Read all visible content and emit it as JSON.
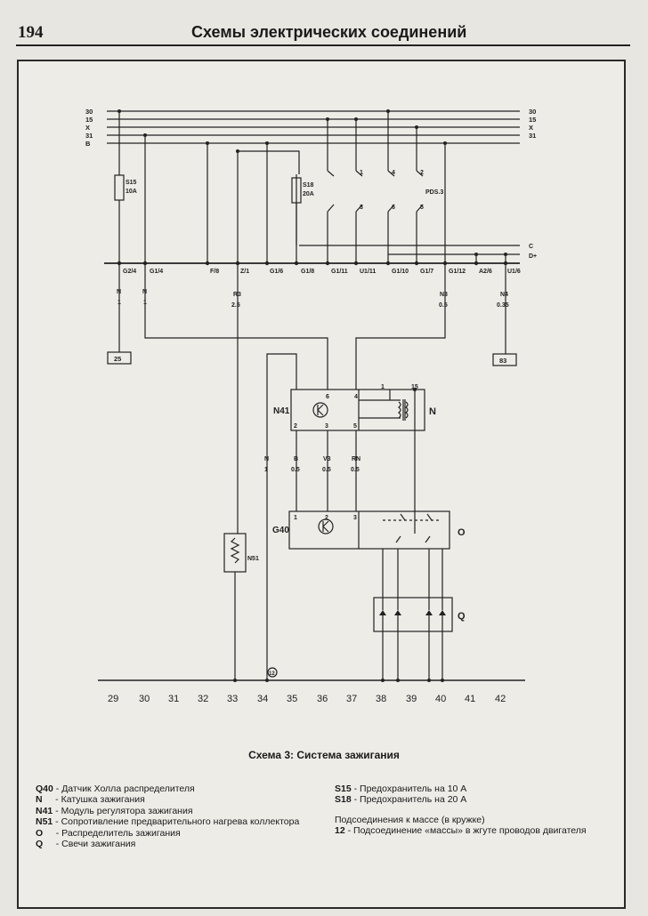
{
  "header": {
    "page_number": "194",
    "title": "Схемы электрических соединений"
  },
  "diagram": {
    "bus_left": [
      "30",
      "15",
      "X",
      "31",
      "B"
    ],
    "bus_right": [
      "30",
      "15",
      "X",
      "31"
    ],
    "fuses": [
      {
        "id": "S15",
        "rating": "10A"
      },
      {
        "id": "S18",
        "rating": "20A"
      }
    ],
    "relay_pins": [
      "1",
      "4",
      "2",
      "3",
      "6",
      "5"
    ],
    "relay_label": "PDS.3",
    "bus_right_lower": [
      "C",
      "D+"
    ],
    "connector_labels": [
      "G2/4",
      "G1/4",
      "F/8",
      "Z/1",
      "G1/6",
      "G1/8",
      "G1/11",
      "U1/11",
      "G1/10",
      "G1/7",
      "G1/12",
      "A2/6",
      "U1/6"
    ],
    "upper_wires": [
      {
        "code": "N",
        "size": "1"
      },
      {
        "code": "N",
        "size": "1"
      },
      {
        "code": "R3",
        "size": "2.5"
      },
      {
        "code": "N3",
        "size": "0.5"
      },
      {
        "code": "N4",
        "size": "0.35"
      }
    ],
    "ground_boxes": [
      "25",
      "83"
    ],
    "n41": {
      "label": "N41",
      "pins_top": [
        "6",
        "4"
      ],
      "pins_bottom": [
        "2",
        "3",
        "5"
      ]
    },
    "coil": {
      "label": "N",
      "pins": [
        "1",
        "15"
      ]
    },
    "lower_wires": [
      {
        "code": "N",
        "size": "1"
      },
      {
        "code": "B",
        "size": "0.5"
      },
      {
        "code": "V3",
        "size": "0.5"
      },
      {
        "code": "RN",
        "size": "0.5"
      }
    ],
    "g40": {
      "label": "G40",
      "pins": [
        "1",
        "2",
        "3"
      ]
    },
    "distributor_label": "O",
    "plugs_label": "Q",
    "n51_label": "N51",
    "ground_mark": "12",
    "bottom_numbers": [
      "29",
      "30",
      "31",
      "32",
      "33",
      "34",
      "35",
      "36",
      "37",
      "38",
      "39",
      "40",
      "41",
      "42"
    ]
  },
  "caption": "Схема 3: Система зажигания",
  "legend_left": [
    {
      "code": "Q40",
      "text": " - Датчик Холла распределителя"
    },
    {
      "code": "N",
      "text": "     - Катушка зажигания"
    },
    {
      "code": "N41",
      "text": " - Модуль регулятора зажигания"
    },
    {
      "code": "N51",
      "text": " - Сопротивление предварительного нагрева коллектора"
    },
    {
      "code": "O",
      "text": "     - Распределитель зажигания"
    },
    {
      "code": "Q",
      "text": "     - Свечи зажигания"
    }
  ],
  "legend_right": [
    {
      "code": "S15",
      "text": " - Предохранитель на 10 А"
    },
    {
      "code": "S18",
      "text": " - Предохранитель на 20 А"
    }
  ],
  "ground_title": "Подсоединения к массе (в кружке)",
  "ground_item": {
    "code": "12",
    "text": " - Подсоединение «массы» в жгуте проводов двигателя"
  }
}
